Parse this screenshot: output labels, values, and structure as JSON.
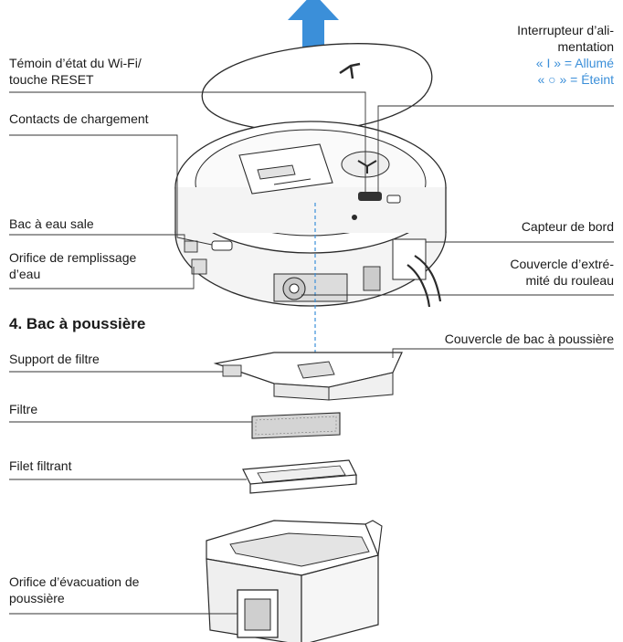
{
  "colors": {
    "accent": "#3b8fd9",
    "line": "#333333",
    "part_stroke": "#2a2a2a",
    "part_fill": "#f2f2f2"
  },
  "labels": {
    "wifi": [
      "Témoin d’état du Wi-Fi/",
      "touche RESET"
    ],
    "charging": "Contacts de chargement",
    "dirty_tank": "Bac à eau sale",
    "fill_port": [
      "Orifice de remplissage",
      "d’eau"
    ],
    "section": "4. Bac à poussière",
    "filter_support": "Support de filtre",
    "filter": "Filtre",
    "filter_net": "Filet filtrant",
    "evac": [
      "Orifice d’évacuation de",
      "poussière"
    ],
    "power_switch": [
      "Interrupteur d’ali-",
      "mentation"
    ],
    "on_state": "« I » = Allumé",
    "off_state": "« ○ » = Éteint",
    "edge_sensor": "Capteur de bord",
    "roller_cover": [
      "Couvercle d’extré-",
      "mité du rouleau"
    ],
    "dust_cover": "Couvercle de bac à poussière"
  }
}
